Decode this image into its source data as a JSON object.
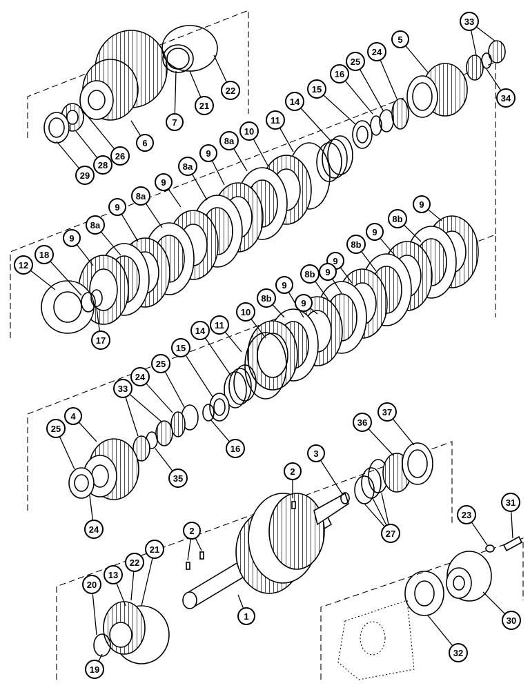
{
  "diagram": {
    "type": "exploded-parts-view",
    "callouts": [
      {
        "id": "c1",
        "label": "1"
      },
      {
        "id": "c2a",
        "label": "2"
      },
      {
        "id": "c2b",
        "label": "2"
      },
      {
        "id": "c3",
        "label": "3"
      },
      {
        "id": "c4",
        "label": "4"
      },
      {
        "id": "c5",
        "label": "5"
      },
      {
        "id": "c6",
        "label": "6"
      },
      {
        "id": "c7",
        "label": "7"
      },
      {
        "id": "c8a-1",
        "label": "8a"
      },
      {
        "id": "c8a-2",
        "label": "8a"
      },
      {
        "id": "c8a-3",
        "label": "8a"
      },
      {
        "id": "c8a-4",
        "label": "8a"
      },
      {
        "id": "c8b-1",
        "label": "8b"
      },
      {
        "id": "c8b-2",
        "label": "8b"
      },
      {
        "id": "c8b-3",
        "label": "8b"
      },
      {
        "id": "c8b-4",
        "label": "8b"
      },
      {
        "id": "c9-1",
        "label": "9"
      },
      {
        "id": "c9-2",
        "label": "9"
      },
      {
        "id": "c9-3",
        "label": "9"
      },
      {
        "id": "c9-4",
        "label": "9"
      },
      {
        "id": "c9-5",
        "label": "9"
      },
      {
        "id": "c9-6",
        "label": "9"
      },
      {
        "id": "c9-7",
        "label": "9"
      },
      {
        "id": "c9-8",
        "label": "9"
      },
      {
        "id": "c9-9",
        "label": "9"
      },
      {
        "id": "c9-10",
        "label": "9"
      },
      {
        "id": "c10a",
        "label": "10"
      },
      {
        "id": "c10b",
        "label": "10"
      },
      {
        "id": "c11a",
        "label": "11"
      },
      {
        "id": "c11b",
        "label": "11"
      },
      {
        "id": "c12",
        "label": "12"
      },
      {
        "id": "c13",
        "label": "13"
      },
      {
        "id": "c14a",
        "label": "14"
      },
      {
        "id": "c14b",
        "label": "14"
      },
      {
        "id": "c15a",
        "label": "15"
      },
      {
        "id": "c15b",
        "label": "15"
      },
      {
        "id": "c16a",
        "label": "16"
      },
      {
        "id": "c16b",
        "label": "16"
      },
      {
        "id": "c17",
        "label": "17"
      },
      {
        "id": "c18",
        "label": "18"
      },
      {
        "id": "c19",
        "label": "19"
      },
      {
        "id": "c20",
        "label": "20"
      },
      {
        "id": "c21a",
        "label": "21"
      },
      {
        "id": "c21b",
        "label": "21"
      },
      {
        "id": "c22a",
        "label": "22"
      },
      {
        "id": "c22b",
        "label": "22"
      },
      {
        "id": "c23",
        "label": "23"
      },
      {
        "id": "c24a",
        "label": "24"
      },
      {
        "id": "c24b",
        "label": "24"
      },
      {
        "id": "c24c",
        "label": "24"
      },
      {
        "id": "c25a",
        "label": "25"
      },
      {
        "id": "c25b",
        "label": "25"
      },
      {
        "id": "c25c",
        "label": "25"
      },
      {
        "id": "c26",
        "label": "26"
      },
      {
        "id": "c27",
        "label": "27"
      },
      {
        "id": "c28",
        "label": "28"
      },
      {
        "id": "c29",
        "label": "29"
      },
      {
        "id": "c30",
        "label": "30"
      },
      {
        "id": "c31",
        "label": "31"
      },
      {
        "id": "c32",
        "label": "32"
      },
      {
        "id": "c33a",
        "label": "33"
      },
      {
        "id": "c33b",
        "label": "33"
      },
      {
        "id": "c34",
        "label": "34"
      },
      {
        "id": "c35",
        "label": "35"
      },
      {
        "id": "c36",
        "label": "36"
      },
      {
        "id": "c37",
        "label": "37"
      }
    ]
  }
}
